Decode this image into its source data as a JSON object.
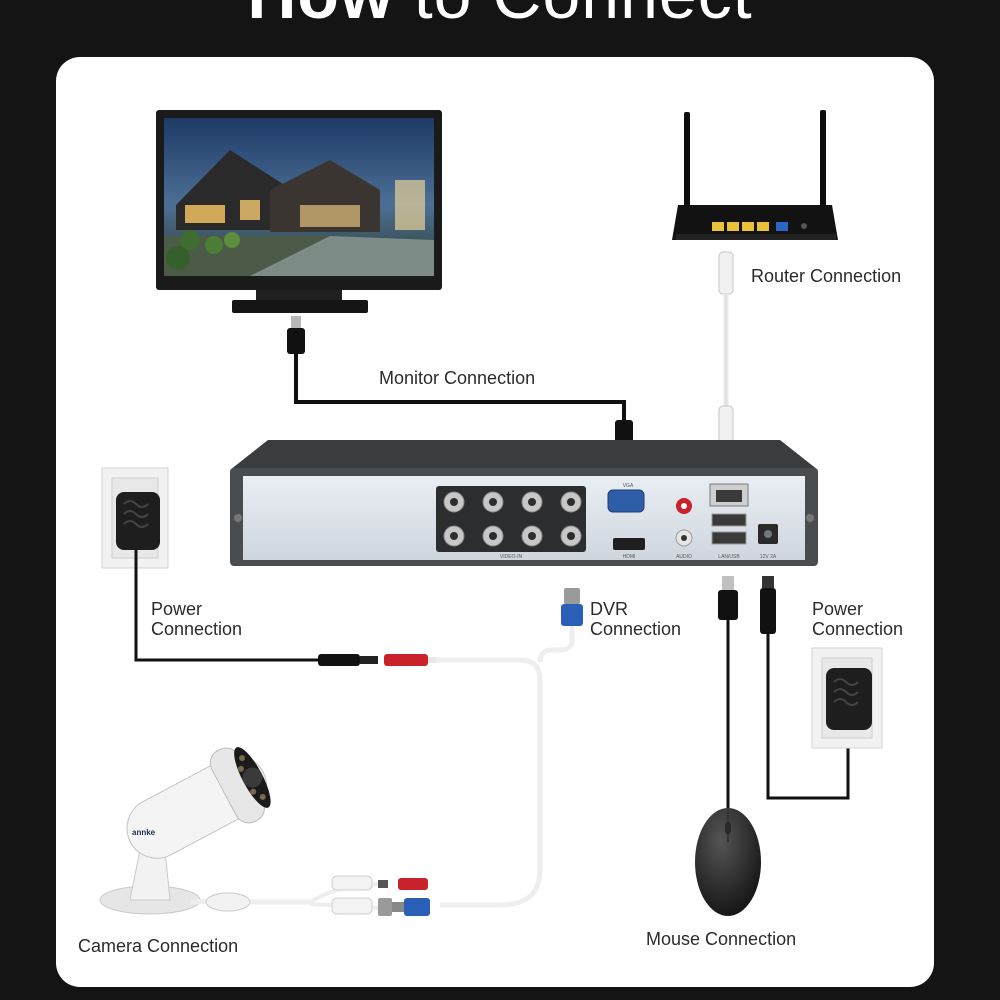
{
  "page": {
    "title_bold": "How",
    "title_rest": " to Connect"
  },
  "labels": {
    "monitor": "Monitor Connection",
    "router": "Router Connection",
    "power_left": "Power\nConnection",
    "dvr": "DVR\nConnection",
    "power_right": "Power\nConnection",
    "camera": "Camera Connection",
    "mouse": "Mouse Connection"
  },
  "dvr_ports": {
    "vga": "VGA",
    "video_in": "VIDEO-IN",
    "hdmi": "HDMI",
    "audio": "AUDIO",
    "lan": "LAN/USB",
    "power": "12V 2A"
  },
  "brand": "annke",
  "colors": {
    "background": "#141414",
    "card": "#ffffff",
    "dvr_body": "#4a4d50",
    "dvr_panel": "#dde3ea",
    "bnc_blue": "#2a5fb8",
    "plug_red": "#c9222a",
    "router_ports": "#e9c23a"
  }
}
